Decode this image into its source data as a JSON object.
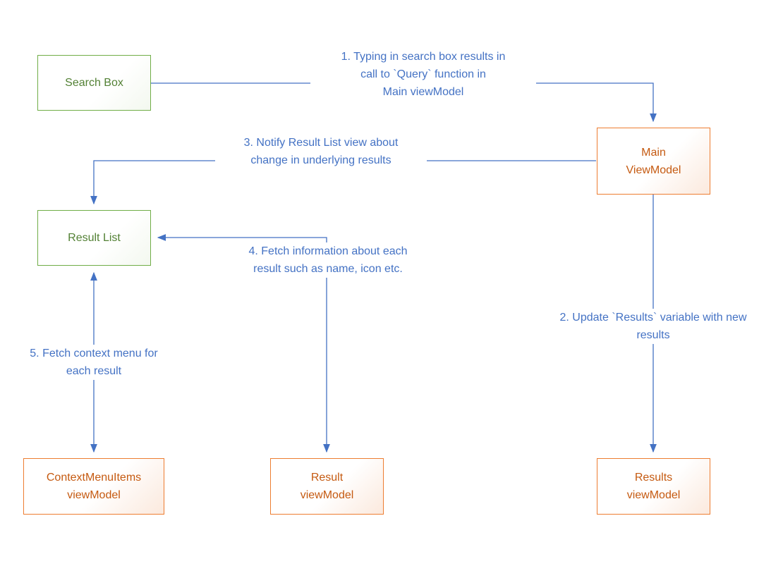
{
  "nodes": {
    "search_box": {
      "label": "Search Box"
    },
    "main_viewmodel": {
      "line1": "Main",
      "line2": "ViewModel"
    },
    "result_list": {
      "label": "Result List"
    },
    "contextmenuitems_viewmodel": {
      "line1": "ContextMenuItems",
      "line2": "viewModel"
    },
    "result_viewmodel": {
      "line1": "Result",
      "line2": "viewModel"
    },
    "results_viewmodel": {
      "line1": "Results",
      "line2": "viewModel"
    }
  },
  "arrow_labels": {
    "step1": {
      "line1": "1. Typing in search box results in",
      "line2": "call to `Query` function in",
      "line3": "Main viewModel"
    },
    "step2": {
      "line1": "2. Update `Results` variable with new",
      "line2": "results"
    },
    "step3": {
      "line1": "3. Notify Result List view about",
      "line2": "change in underlying results"
    },
    "step4": {
      "line1": "4. Fetch information about each",
      "line2": "result such as name, icon etc."
    },
    "step5": {
      "line1": "5. Fetch context menu for",
      "line2": "each result"
    }
  },
  "colors": {
    "green_box_border": "#70AD47",
    "green_box_text": "#538135",
    "orange_box_border": "#ED7D31",
    "orange_box_text": "#C55A11",
    "arrow_and_label_blue": "#4472C4"
  }
}
